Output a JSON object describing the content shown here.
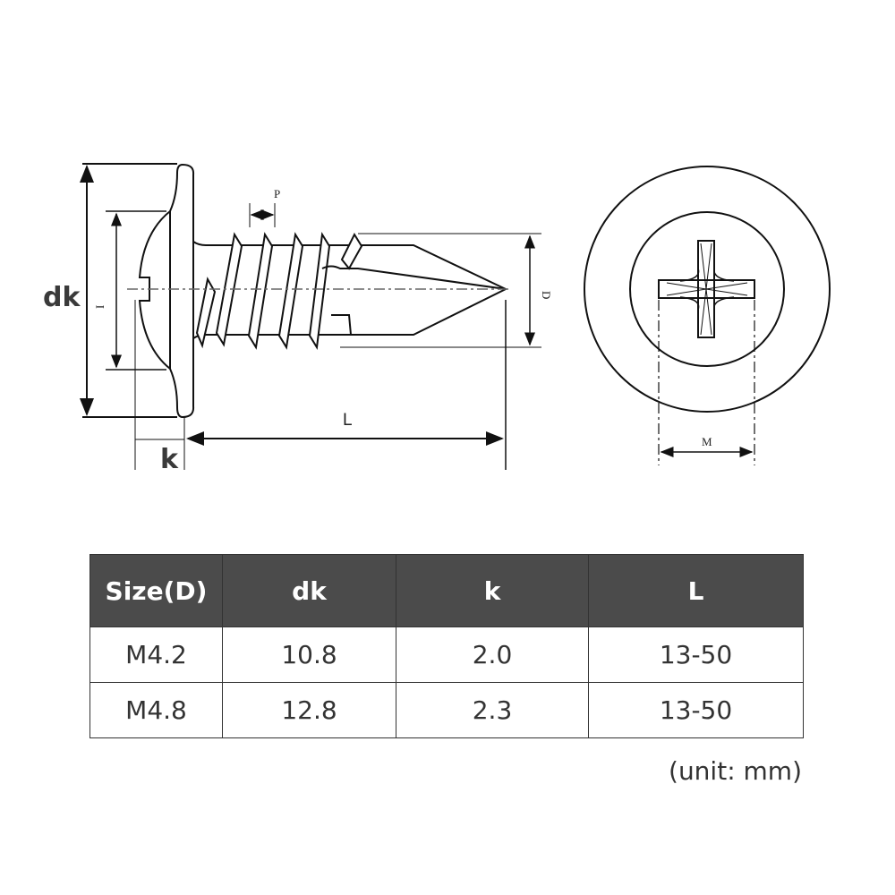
{
  "diagram": {
    "labels": {
      "dk": "dk",
      "k": "k",
      "L": "L",
      "P": "P",
      "D": "D",
      "I": "I",
      "M": "M"
    }
  },
  "table": {
    "headers": [
      "Size(D)",
      "dk",
      "k",
      "L"
    ],
    "rows": [
      [
        "M4.2",
        "10.8",
        "2.0",
        "13-50"
      ],
      [
        "M4.8",
        "12.8",
        "2.3",
        "13-50"
      ]
    ],
    "header_bg": "#4b4b4b"
  },
  "unit_note": "(unit: mm)"
}
